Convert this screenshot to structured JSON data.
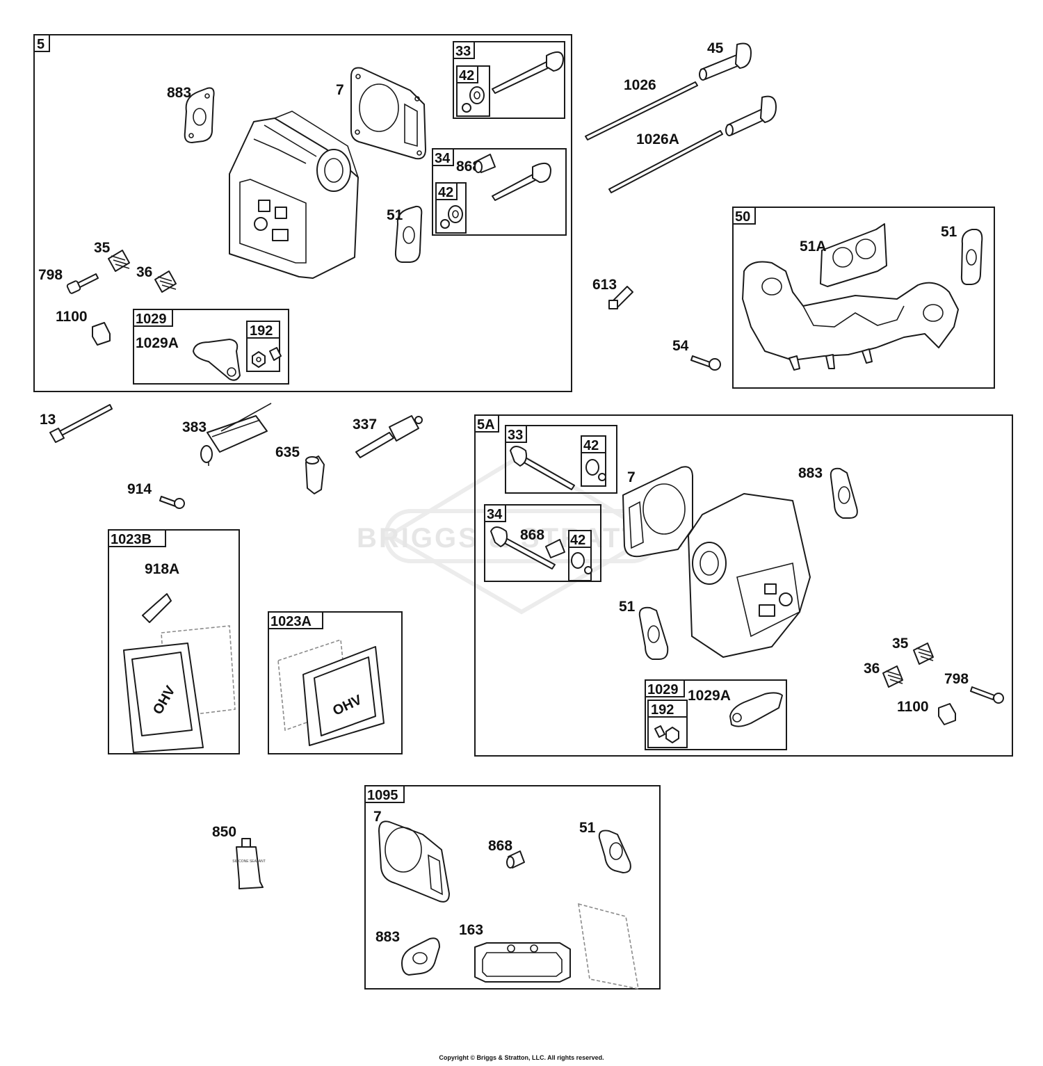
{
  "watermark": "BRIGGS & STRATTON",
  "copyright": "Copyright © Briggs & Stratton, LLC. All rights reserved.",
  "assemblies": {
    "box_5": "5",
    "box_5_33": "33",
    "box_5_33_42": "42",
    "box_5_34": "34",
    "box_5_34_42": "42",
    "box_5_1029": "1029",
    "box_5_192": "192",
    "box_50": "50",
    "box_5A": "5A",
    "box_5A_33": "33",
    "box_5A_33_42": "42",
    "box_5A_34": "34",
    "box_5A_34_42": "42",
    "box_5A_1029": "1029",
    "box_5A_192": "192",
    "box_1023B": "1023B",
    "box_1023A": "1023A",
    "box_1095": "1095"
  },
  "labels": {
    "p883_a": "883",
    "p7_a": "7",
    "p868_a": "868",
    "p51_a": "51",
    "p35_a": "35",
    "p36_a": "36",
    "p798_a": "798",
    "p1100_a": "1100",
    "p1029A_a": "1029A",
    "p45": "45",
    "p1026": "1026",
    "p1026A": "1026A",
    "p51A": "51A",
    "p51_b": "51",
    "p613": "613",
    "p54": "54",
    "p13": "13",
    "p383": "383",
    "p337": "337",
    "p635": "635",
    "p914": "914",
    "p7_b": "7",
    "p883_b": "883",
    "p868_b": "868",
    "p51_c": "51",
    "p35_b": "35",
    "p36_b": "36",
    "p798_b": "798",
    "p1100_b": "1100",
    "p1029A_b": "1029A",
    "p918A": "918A",
    "p850": "850",
    "p7_c": "7",
    "p868_c": "868",
    "p51_d": "51",
    "p883_c": "883",
    "p163": "163"
  },
  "text": {
    "ohv": "OHV",
    "tube": "SILICONE SEALANT"
  }
}
